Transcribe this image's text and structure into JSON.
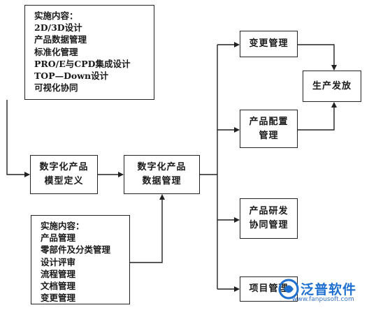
{
  "impl_top": {
    "items": [
      "实施内容：",
      "2D/3D设计",
      "产品数据管理",
      "标准化管理",
      "PRO/E与CPD集成设计",
      "TOP—Down设计",
      "可视化协同"
    ]
  },
  "impl_bottom": {
    "items": [
      "实施内容：",
      "产品管理",
      "零部件及分类管理",
      "设计评审",
      "流程管理",
      "文档管理",
      "变更管理"
    ]
  },
  "nodes": {
    "digital_model": [
      "数字化产品",
      "模型定义"
    ],
    "digital_data": [
      "数字化产品",
      "数据管理"
    ],
    "change_mgmt": [
      "变更管理"
    ],
    "config_mgmt": [
      "产品配置",
      "管理"
    ],
    "collab_mgmt": [
      "产品研发",
      "协同管理"
    ],
    "project_mgmt": [
      "项目管理"
    ],
    "release": [
      "生产发放"
    ]
  },
  "watermark": {
    "brand": "泛普软件",
    "url": "www.fanpusoft.com",
    "color": "#1e6fd0"
  },
  "colors": {
    "line": "#222222"
  }
}
